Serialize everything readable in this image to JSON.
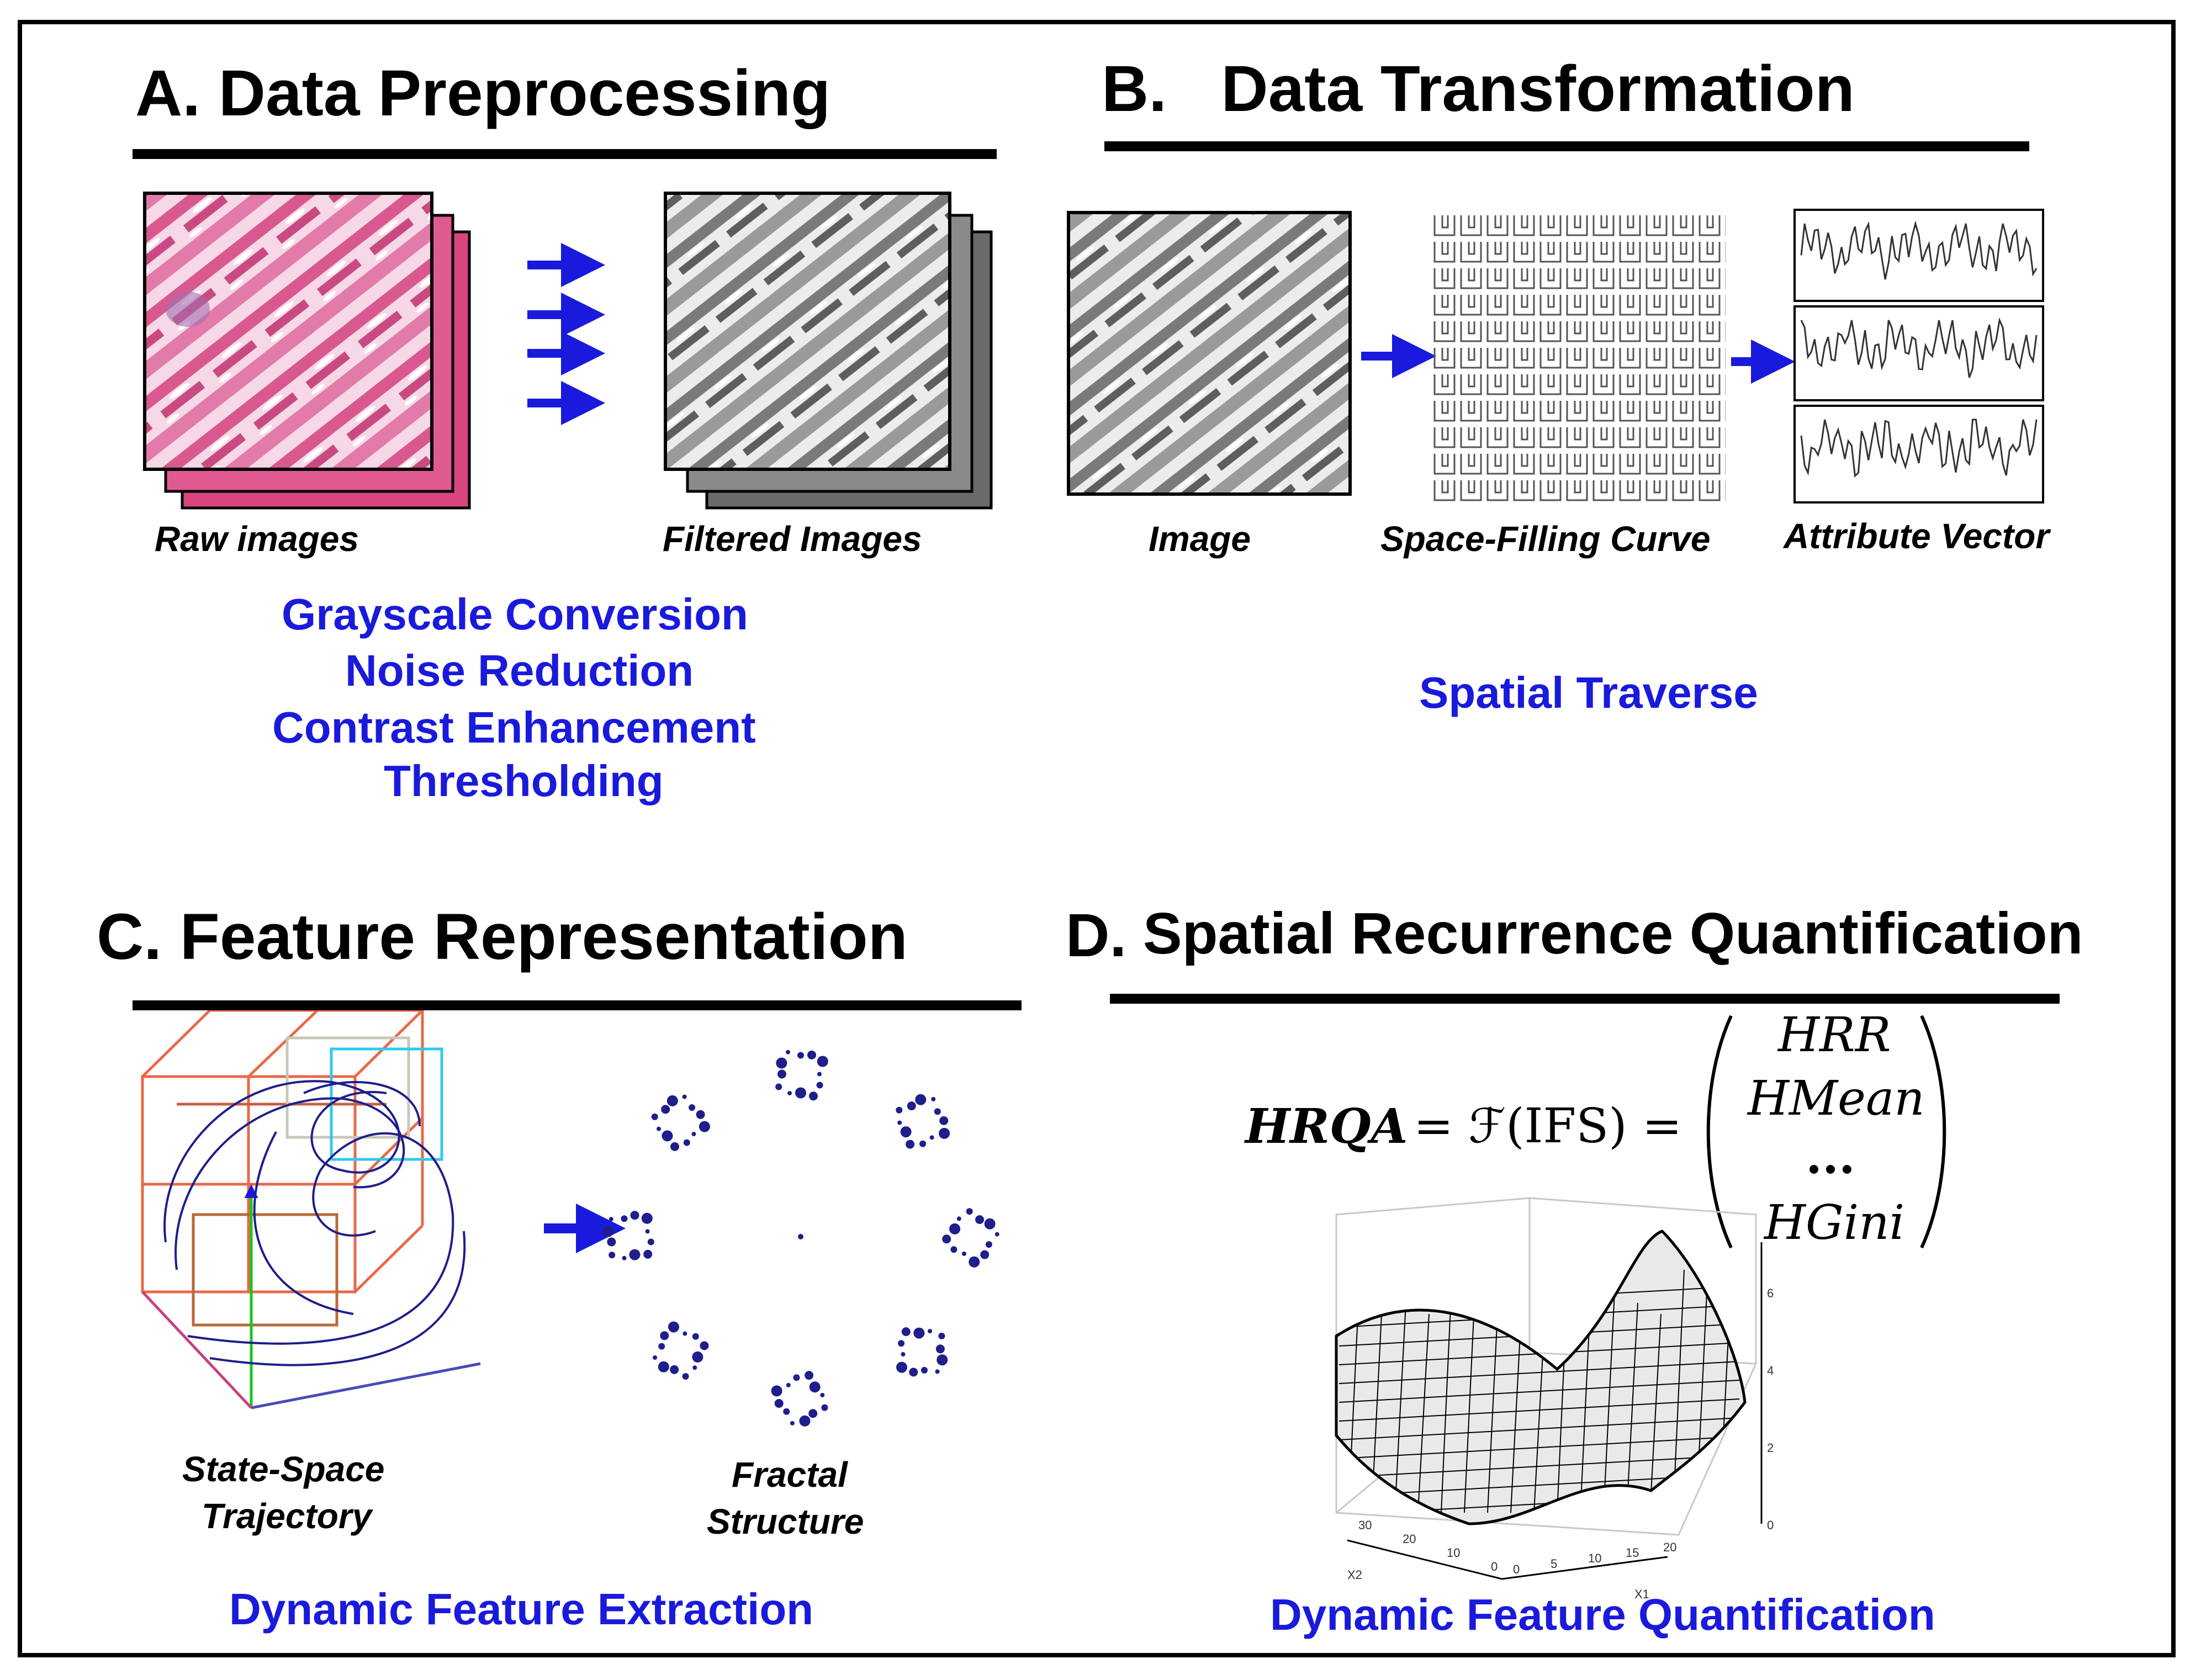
{
  "panels": {
    "a": {
      "title": "A. Data Preprocessing",
      "caption_raw": "Raw images",
      "caption_filtered": "Filtered Images",
      "steps": [
        "Grayscale Conversion",
        "Noise Reduction",
        "Contrast Enhancement",
        "Thresholding"
      ]
    },
    "b": {
      "title": "B.   Data Transformation",
      "caption_image": "Image",
      "caption_curve": "Space-Filling Curve",
      "caption_vector": "Attribute Vector",
      "process": "Spatial Traverse"
    },
    "c": {
      "title": "C. Feature Representation",
      "caption_trajectory_1": "State-Space",
      "caption_trajectory_2": "Trajectory",
      "caption_fractal_1": "Fractal",
      "caption_fractal_2": "Structure",
      "process": "Dynamic Feature Extraction"
    },
    "d": {
      "title_letter": "D.",
      "title": "Spatial Recurrence Quantification",
      "formula_lhs": "HRQA",
      "formula_mid": "= ℱ(IFS) =",
      "vector": [
        "HRR",
        "HMean",
        "...",
        "HGini"
      ],
      "process": "Dynamic Feature Quantification",
      "axis_x1": "X1",
      "axis_x2": "X2",
      "x1_ticks": [
        "0",
        "5",
        "10",
        "15",
        "20"
      ],
      "x2_ticks": [
        "0",
        "10",
        "20",
        "30"
      ],
      "z_ticks": [
        "0",
        "2",
        "4",
        "6"
      ]
    }
  },
  "colors": {
    "accent_blue": "#1a1adc",
    "tissue_pink": "#e07aa8",
    "gray_image": "#8a8a8a",
    "trajectory_navy": "#1e1e8c"
  }
}
